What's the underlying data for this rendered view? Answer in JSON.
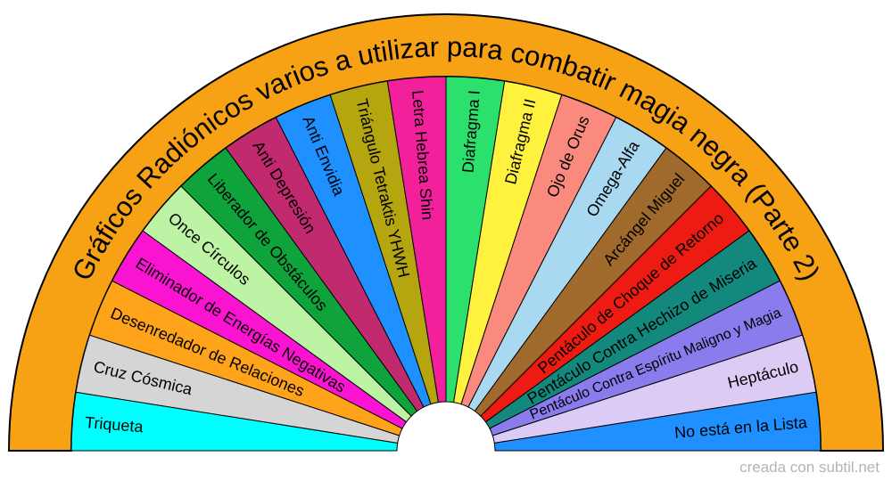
{
  "footer": {
    "credit": "creada con subtil.net"
  },
  "chart_data": {
    "type": "pendulum-fan",
    "title": "Gráficos Radiónicos varios a utilizar para combatir magia negra (Parte 2)",
    "ring_color": "#F7A114",
    "outline_color": "#000000",
    "hole_color": "#FFFFFF",
    "background_color": "#FFFFFF",
    "text_color": "#000000",
    "angle_span_degrees": 180,
    "sectors": [
      {
        "label": "Triqueta",
        "color": "#00FFFF"
      },
      {
        "label": "Cruz Cósmica",
        "color": "#D5D5D5"
      },
      {
        "label": "Desenredador de Relaciones",
        "color": "#FFA31B"
      },
      {
        "label": "Eliminador de Energías Negativas",
        "color": "#FA14D2"
      },
      {
        "label": "Once Círculos",
        "color": "#BDF3A4"
      },
      {
        "label": "Liberador de Obstáculos",
        "color": "#0EA33B"
      },
      {
        "label": "Anti Depresión",
        "color": "#C22A70"
      },
      {
        "label": "Anti Envidia",
        "color": "#1E90FF"
      },
      {
        "label": "Triángulo Tetraktis YHWH",
        "color": "#B5A50F"
      },
      {
        "label": "Letra Hebrea Shin",
        "color": "#F2219B"
      },
      {
        "label": "Diafragma I",
        "color": "#2BE06C"
      },
      {
        "label": "Diafragma II",
        "color": "#FFF23F"
      },
      {
        "label": "Ojo de Orus",
        "color": "#FB8A7E"
      },
      {
        "label": "Omega-Alfa",
        "color": "#A8D9F0"
      },
      {
        "label": "Arcángel Miguel",
        "color": "#A06A2C"
      },
      {
        "label": "Pentáculo de Choque de Retorno",
        "color": "#ED1B12"
      },
      {
        "label": "Pentáculo Contra Hechizo de Miseria",
        "color": "#12897C"
      },
      {
        "label": "Pentáculo Contra Espíritu Maligno y Magia",
        "color": "#8A7CEC"
      },
      {
        "label": "Heptáculo",
        "color": "#DCCCF5"
      },
      {
        "label": "No está en la Lista",
        "color": "#1E90FF"
      }
    ]
  }
}
